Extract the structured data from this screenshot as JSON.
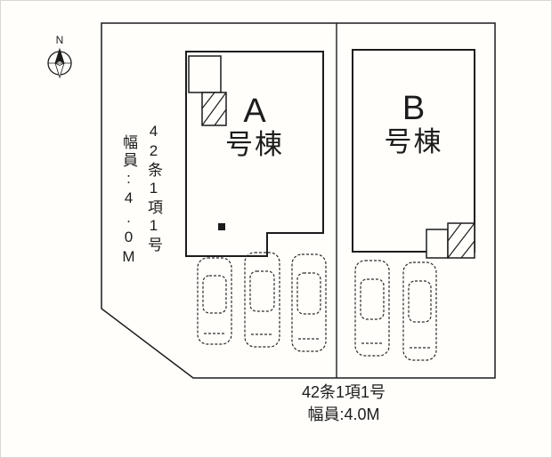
{
  "colors": {
    "line": "#1c1c1c",
    "background": "#fffefa",
    "car_line": "#2a2a2a"
  },
  "compass": {
    "label": "N"
  },
  "buildings": {
    "a": {
      "letter": "A",
      "suffix": "号棟"
    },
    "b": {
      "letter": "B",
      "suffix": "号棟"
    }
  },
  "road_label_side": {
    "line1": "42条1項1号",
    "line2": "幅員:4.0M"
  },
  "road_label_bottom": {
    "line1": "42条1項1号",
    "line2": "幅員:4.0M"
  }
}
